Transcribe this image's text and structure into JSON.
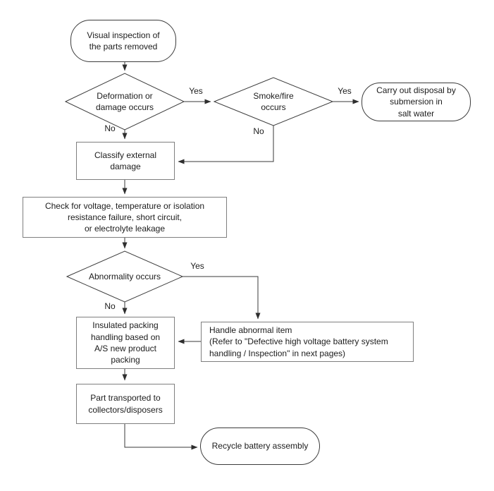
{
  "flowchart": {
    "nodes": {
      "start": "Visual inspection of\nthe parts removed",
      "deformation": "Deformation or\ndamage occurs",
      "smoke": "Smoke/fire\noccurs",
      "disposal": "Carry out disposal by\nsubmersion in\nsalt water",
      "classify": "Classify external\ndamage",
      "check": "Check for voltage, temperature or isolation\nresistance failure, short circuit,\nor electrolyte leakage",
      "abnormality": "Abnormality occurs",
      "handle": "Handle abnormal item\n(Refer to \"Defective high voltage battery system\nhandling / Inspection\" in next pages)",
      "insulated": "Insulated packing\nhandling based on\nA/S new product\npacking",
      "transport": "Part transported to\ncollectors/disposers",
      "recycle": "Recycle battery assembly"
    },
    "edge_labels": {
      "deformation_yes": "Yes",
      "deformation_no": "No",
      "smoke_yes": "Yes",
      "smoke_no": "No",
      "abnormality_yes": "Yes",
      "abnormality_no": "No"
    },
    "colors": {
      "line": "#3a3a3a",
      "process_border": "#7f7f7f",
      "terminal_border": "#3c3c3c",
      "text": "#1c1c1c",
      "background": "#ffffff"
    }
  }
}
